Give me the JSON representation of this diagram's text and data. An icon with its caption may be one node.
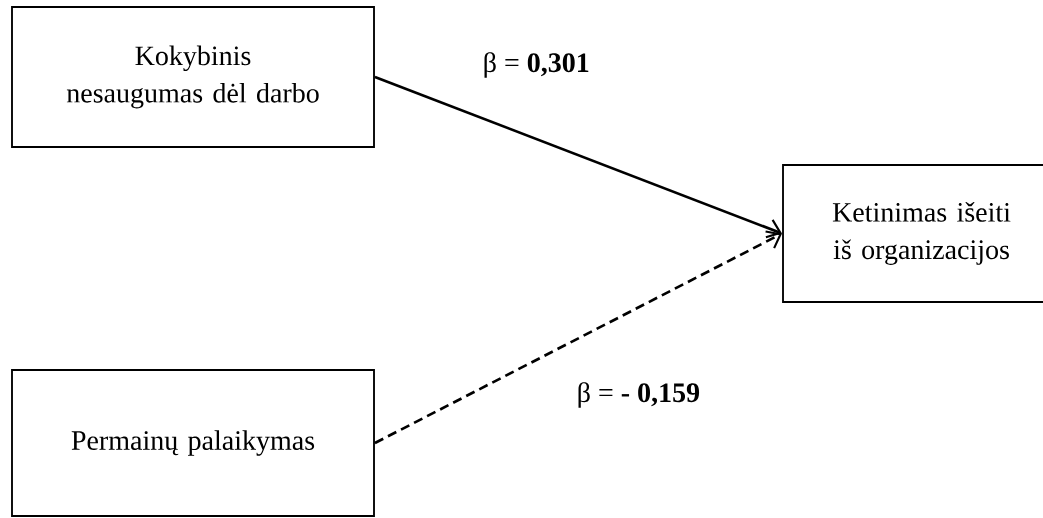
{
  "diagram": {
    "nodes": [
      {
        "text": [
          "Kokybinis nesaugumas dėl darbo"
        ]
      },
      {
        "text": [
          "Ketinimas išeiti iš organizacijos"
        ]
      },
      {
        "text": [
          "Permainų palaikymas"
        ]
      }
    ],
    "edges": [
      {
        "from": 0,
        "to": 1,
        "arrow": "to",
        "label": "β = **0,301**"
      },
      {
        "from": 2,
        "to": 1,
        "arrow": "to",
        "label": "β = **- 0,159**",
        "style": "dashed"
      }
    ]
  }
}
